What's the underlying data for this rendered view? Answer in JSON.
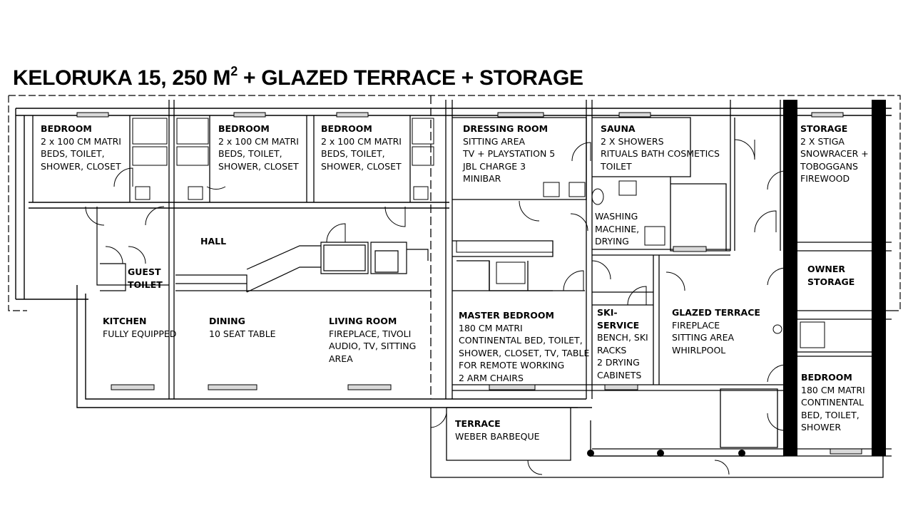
{
  "title": {
    "main": "KELORUKA 15, 250 M",
    "sup": "2",
    "rest": " + GLAZED TERRACE + STORAGE"
  },
  "rooms": [
    {
      "name": "BEDROOM",
      "lines": [
        "2 x 100 CM MATRI",
        "BEDS, TOILET,",
        "SHOWER, CLOSET"
      ]
    },
    {
      "name": "BEDROOM",
      "lines": [
        "2 x 100 CM MATRI",
        "BEDS, TOILET,",
        "SHOWER, CLOSET"
      ]
    },
    {
      "name": "BEDROOM",
      "lines": [
        "2 x 100 CM MATRI",
        "BEDS, TOILET,",
        "SHOWER, CLOSET"
      ]
    },
    {
      "name": "DRESSING ROOM",
      "lines": [
        "SITTING AREA",
        "TV + PLAYSTATION 5",
        "JBL CHARGE 3",
        "MINIBAR"
      ]
    },
    {
      "name": "SAUNA",
      "lines": [
        "2 X SHOWERS",
        "RITUALS BATH COSMETICS",
        "TOILET"
      ]
    },
    {
      "name": "STORAGE",
      "lines": [
        "2 X STIGA",
        "SNOWRACER +",
        "TOBOGGANS",
        "FIREWOOD"
      ]
    },
    {
      "name": "HALL",
      "lines": []
    },
    {
      "name": "WASHING",
      "lines": []
    },
    {
      "name": "GUEST",
      "lines": []
    },
    {
      "name": "KITCHEN",
      "lines": [
        "FULLY EQUIPPED"
      ]
    },
    {
      "name": "DINING",
      "lines": [
        "10 SEAT TABLE"
      ]
    },
    {
      "name": "LIVING ROOM",
      "lines": [
        "FIREPLACE, TIVOLI",
        "AUDIO, TV, SITTING",
        "AREA"
      ]
    },
    {
      "name": "MASTER BEDROOM",
      "lines": [
        "180 CM MATRI",
        "CONTINENTAL BED, TOILET,",
        "SHOWER, CLOSET, TV, TABLE",
        "FOR REMOTE WORKING",
        "2 ARM CHAIRS"
      ]
    },
    {
      "name": "SKI-",
      "lines": []
    },
    {
      "name": "GLAZED TERRACE",
      "lines": [
        "FIREPLACE",
        "SITTING AREA",
        "WHIRLPOOL"
      ]
    },
    {
      "name": "OWNER",
      "lines": []
    },
    {
      "name": "BEDROOM",
      "lines": [
        "180 CM MATRI",
        "CONTINENTAL",
        "BED, TOILET,",
        "SHOWER"
      ]
    },
    {
      "name": "TERRACE",
      "lines": [
        "WEBER BARBEQUE"
      ]
    }
  ],
  "extra": {
    "washing": [
      "MACHINE,",
      "DRYING"
    ],
    "guest": [
      "TOILET"
    ],
    "ski": [
      "SERVICE",
      "BENCH, SKI",
      "RACKS",
      "2 DRYING",
      "CABINETS"
    ],
    "owner": [
      "STORAGE"
    ]
  }
}
